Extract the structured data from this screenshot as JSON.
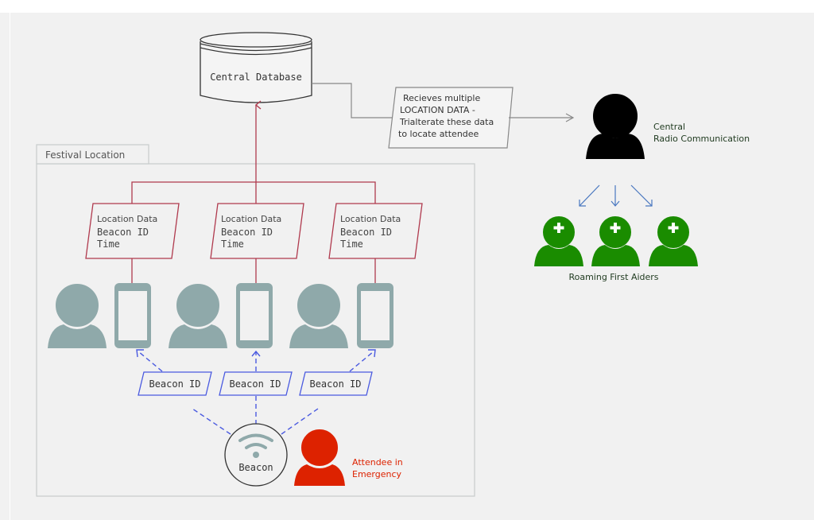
{
  "diagram": {
    "database": {
      "label": "Central Database"
    },
    "process_note": {
      "lines": [
        "Recieves multiple",
        "LOCATION DATA -",
        "Trialterate these data",
        "to locate attendee"
      ]
    },
    "central_radio": {
      "lines": [
        "Central",
        "Radio Communication"
      ],
      "color": "#000000"
    },
    "first_aiders": {
      "label": "Roaming First Aiders",
      "count": 3,
      "color": "#1a8c00"
    },
    "festival_location": {
      "label": "Festival Location"
    },
    "location_data_boxes": [
      {
        "title": "Location Data",
        "field1": "Beacon ID",
        "field2": "Time"
      },
      {
        "title": "Location Data",
        "field1": "Beacon ID",
        "field2": "Time"
      },
      {
        "title": "Location Data",
        "field1": "Beacon ID",
        "field2": "Time"
      }
    ],
    "beacon_id_boxes": [
      {
        "label": "Beacon ID"
      },
      {
        "label": "Beacon ID"
      },
      {
        "label": "Beacon ID"
      }
    ],
    "beacon": {
      "label": "Beacon"
    },
    "emergency_attendee": {
      "lines": [
        "Attendee in",
        "Emergency"
      ],
      "color": "#dd2200"
    },
    "colors": {
      "data_flow": "#b03a4e",
      "beacon_signal": "#4a5ae0",
      "attendee": "#8fa9aa",
      "connector": "#7a7a7a",
      "radio_dispatch": "#4a78c0"
    }
  }
}
